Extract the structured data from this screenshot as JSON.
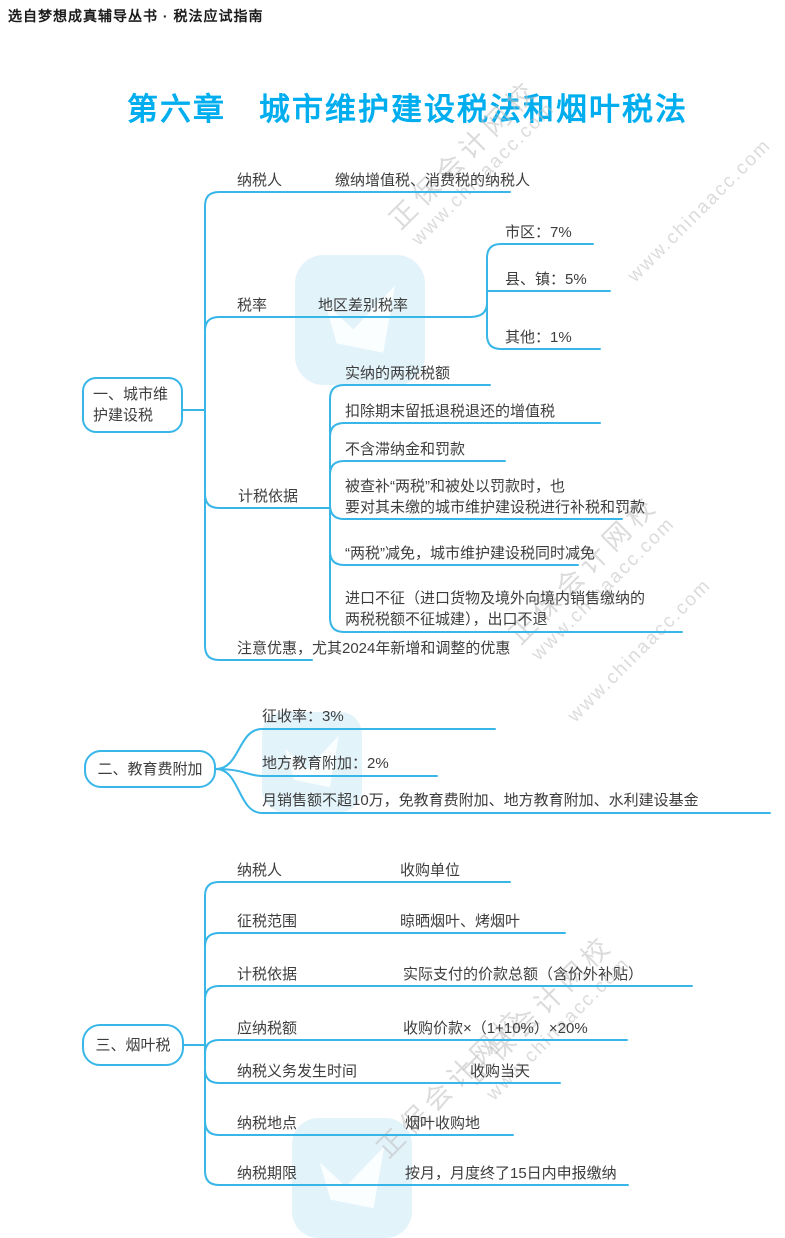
{
  "header": {
    "text": "选自梦想成真辅导丛书 · 税法应试指南"
  },
  "title": {
    "text": "第六章　城市维护建设税法和烟叶税法"
  },
  "watermark": {
    "brand": "正保会计网校",
    "site": "www.chinaacc.com"
  },
  "colors": {
    "line": "#38b6e8",
    "title": "#00aeef",
    "text": "#3d3d3d",
    "watermark": "#bfbfbf"
  },
  "sections": [
    {
      "node": "一、城市维护建设税",
      "branches": [
        {
          "label": "纳税人",
          "value": "缴纳增值税、消费税的纳税人"
        },
        {
          "label": "税率",
          "value": "地区差别税率",
          "children": [
            {
              "label": "市区：7%"
            },
            {
              "label": "县、镇：5%"
            },
            {
              "label": "其他：1%"
            }
          ]
        },
        {
          "label": "计税依据",
          "children": [
            {
              "label": "实纳的两税税额"
            },
            {
              "label": "扣除期末留抵退税退还的增值税"
            },
            {
              "label": "不含滞纳金和罚款"
            },
            {
              "label": "被查补“两税”和被处以罚款时，也\n要对其未缴的城市维护建设税进行补税和罚款"
            },
            {
              "label": "“两税”减免，城市维护建设税同时减免"
            },
            {
              "label": "进口不征（进口货物及境外向境内销售缴纳的\n两税税额不征城建），出口不退"
            }
          ]
        },
        {
          "label": "注意优惠，尤其2024年新增和调整的优惠"
        }
      ]
    },
    {
      "node": "二、教育费附加",
      "branches": [
        {
          "label": "征收率：3%"
        },
        {
          "label": "地方教育附加：2%"
        },
        {
          "label": "月销售额不超10万，免教育费附加、地方教育附加、水利建设基金"
        }
      ]
    },
    {
      "node": "三、烟叶税",
      "branches": [
        {
          "label": "纳税人",
          "value": "收购单位"
        },
        {
          "label": "征税范围",
          "value": "晾晒烟叶、烤烟叶"
        },
        {
          "label": "计税依据",
          "value": "实际支付的价款总额（含价外补贴）"
        },
        {
          "label": "应纳税额",
          "value": "收购价款×（1+10%）×20%"
        },
        {
          "label": "纳税义务发生时间",
          "value": "收购当天"
        },
        {
          "label": "纳税地点",
          "value": "烟叶收购地"
        },
        {
          "label": "纳税期限",
          "value": "按月，月度终了15日内申报缴纳"
        }
      ]
    }
  ]
}
